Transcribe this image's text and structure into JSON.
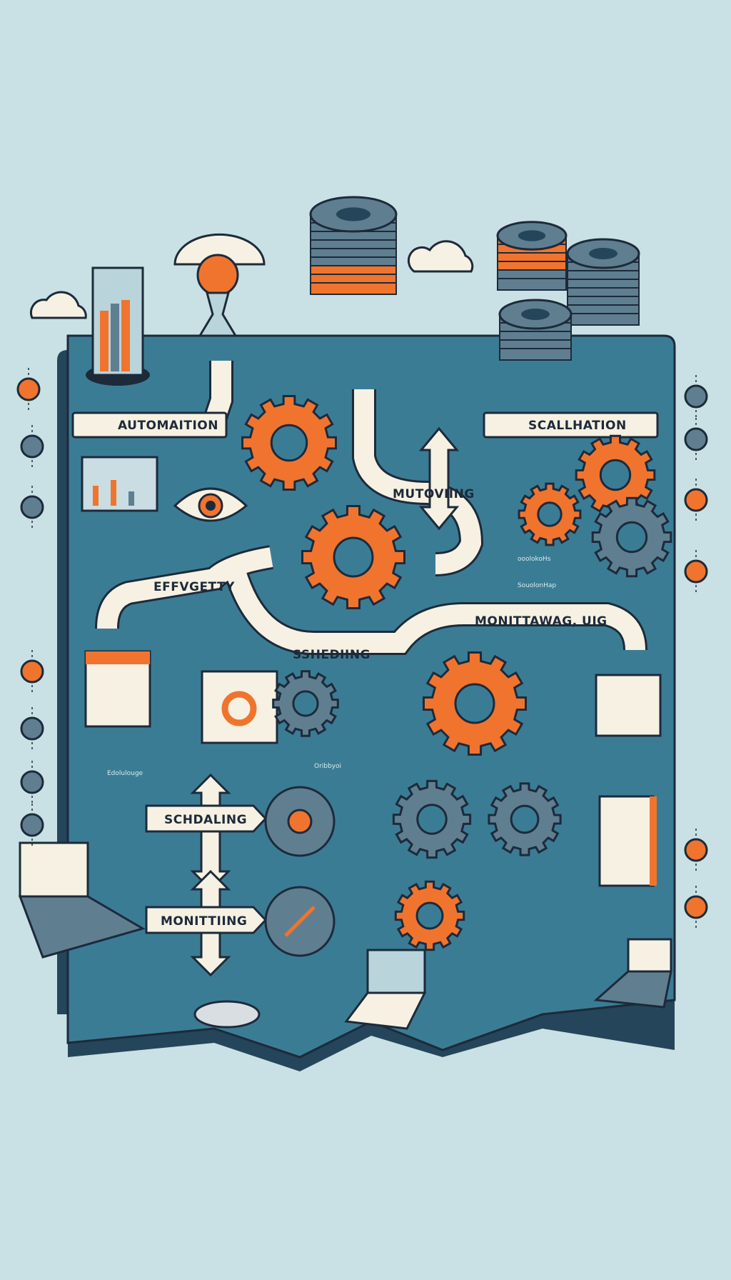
{
  "labels": {
    "automation": "AUTOMAITION",
    "scaling": "SCALLHATION",
    "moving": "MUTOVIING",
    "efficiency": "EFFVGETTY",
    "monitoring_top": "MONITTAWAG, UIG",
    "scheduling_top": "SSHEDIING",
    "scheduling_box": "SCHDALING",
    "monitoring_box": "MONITTIING"
  },
  "small_text": [
    "ooolokoHs",
    "SouolonHap",
    "Edolulouge",
    "Oribbyoi"
  ],
  "colors": {
    "background": "#c9e1e4",
    "board": "#3b7c95",
    "board_shadow": "#24455a",
    "accent_orange": "#f0742e",
    "gear_grey": "#5f7f90",
    "cream": "#f6f1e2",
    "outline": "#1d2a3a"
  }
}
